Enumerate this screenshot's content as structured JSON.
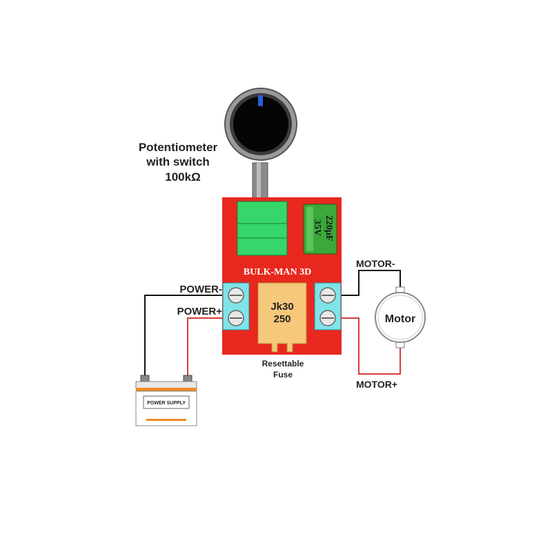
{
  "labels": {
    "pot_line1": "Potentiometer",
    "pot_line2": "with switch",
    "pot_line3": "100kΩ",
    "brand": "BULK-MAN 3D",
    "fuse_code1": "Jk30",
    "fuse_code2": "250",
    "fuse_caption1": "Resettable",
    "fuse_caption2": "Fuse",
    "power_neg": "POWER-",
    "power_pos": "POWER+",
    "motor_neg": "MOTOR-",
    "motor_pos": "MOTOR+",
    "motor": "Motor",
    "capacitor_line1": "220μF",
    "capacitor_line2": "35V",
    "supply": "POWER SUPPLY"
  },
  "colors": {
    "board": "#e8281e",
    "terminal": "#7fe3e8",
    "fuse": "#f5c87a",
    "capacitor": "#3aa83a",
    "relay": "#35d66a",
    "wire_negative": "#111111",
    "wire_positive": "#d83a3a",
    "knob_indicator": "#2a5fd6"
  }
}
